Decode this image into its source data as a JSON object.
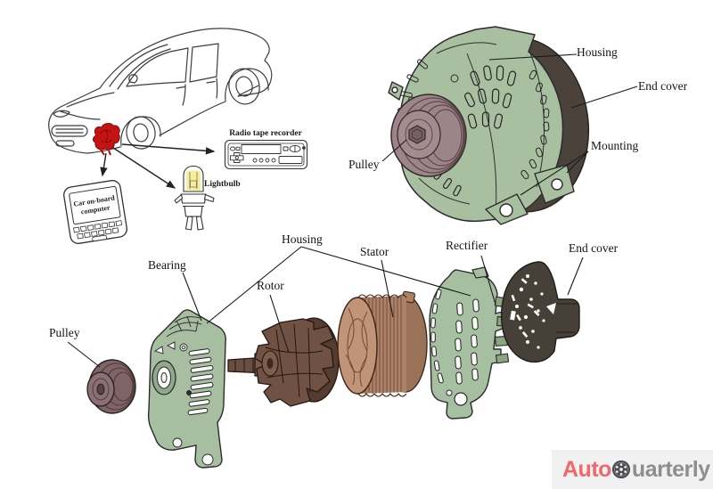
{
  "diagram": {
    "title_hint": "Car alternator parts diagram",
    "car_callouts": {
      "radio": "Radio tape recorder",
      "lightbulb": "Lightbulb",
      "computer_line1": "Car on-board",
      "computer_line2": "computer"
    },
    "assembled": {
      "housing": "Housing",
      "end_cover": "End cover",
      "mounting": "Mounting",
      "pulley": "Pulley"
    },
    "exploded": {
      "pulley": "Pulley",
      "bearing": "Bearing",
      "housing": "Housing",
      "rotor": "Rotor",
      "stator": "Stator",
      "rectifier": "Rectifier",
      "end_cover": "End cover"
    }
  },
  "logo": {
    "prefix": "Auto",
    "suffix": "uarterly",
    "wheel_icon": "wheel-icon",
    "colors": {
      "prefix": "#ED696B",
      "suffix": "#8E8E91",
      "wheel": "#4C4C50",
      "background": "#F1F1F2"
    }
  },
  "colors": {
    "housing_green": "#A7BFA0",
    "end_cover_dark": "#4A423B",
    "pulley_mauve": "#9C8488",
    "exploded_pulley": "#7E6467",
    "rotor_brown": "#6A4E40",
    "stator_tan": "#C19478",
    "location_marker_red": "#C31313",
    "label_text": "#141414"
  }
}
